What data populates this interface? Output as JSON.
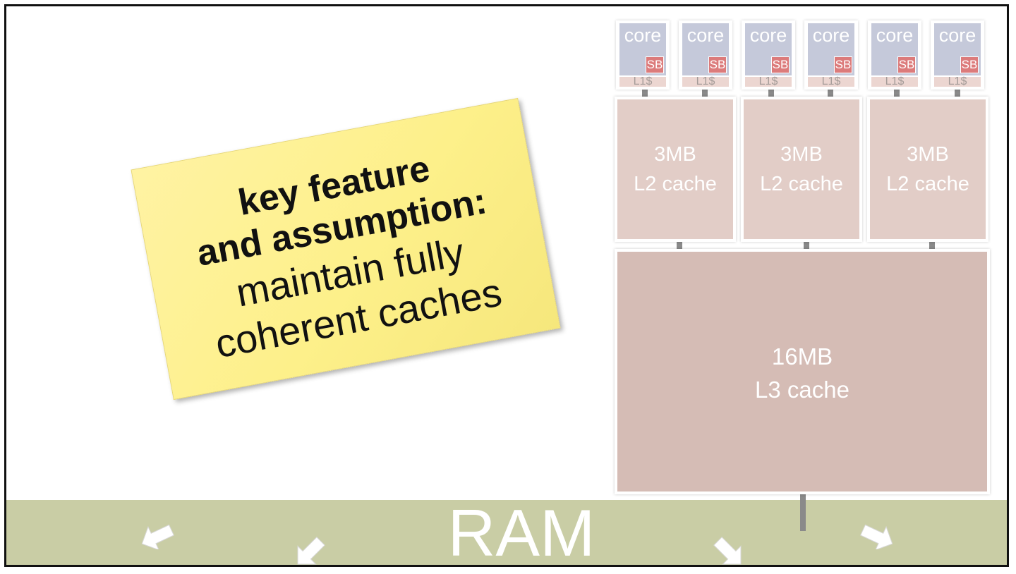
{
  "sticky_note": {
    "line1": "key feature",
    "line2": "and assumption:",
    "line3": "maintain fully",
    "line4": "coherent caches",
    "color": "#fdf08a"
  },
  "cores": [
    {
      "label": "core",
      "sb": "SB",
      "l1": "L1$"
    },
    {
      "label": "core",
      "sb": "SB",
      "l1": "L1$"
    },
    {
      "label": "core",
      "sb": "SB",
      "l1": "L1$"
    },
    {
      "label": "core",
      "sb": "SB",
      "l1": "L1$"
    },
    {
      "label": "core",
      "sb": "SB",
      "l1": "L1$"
    },
    {
      "label": "core",
      "sb": "SB",
      "l1": "L1$"
    }
  ],
  "l2_caches": [
    {
      "size": "3MB",
      "name": "L2 cache"
    },
    {
      "size": "3MB",
      "name": "L2 cache"
    },
    {
      "size": "3MB",
      "name": "L2 cache"
    }
  ],
  "l3_cache": {
    "size": "16MB",
    "name": "L3 cache"
  },
  "ram": {
    "label": "RAM",
    "color": "#c9cda5"
  },
  "colors": {
    "core": "#c5c9da",
    "store_buffer": "#dc7b7b",
    "l1": "#ecd6d1",
    "l2": "#e2cdc7",
    "l3": "#d5bcb5",
    "connector": "#8a8a8a"
  }
}
